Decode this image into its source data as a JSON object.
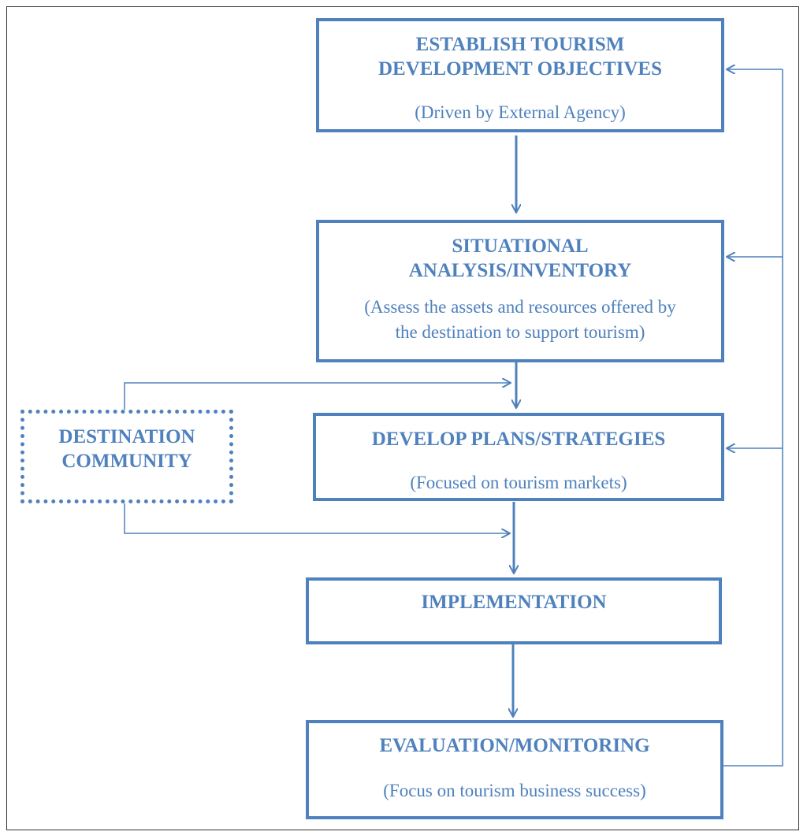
{
  "colors": {
    "accent": "#4f81bd",
    "frame": "#333333"
  },
  "diagram": {
    "boxes": [
      {
        "id": "objectives",
        "title": "ESTABLISH TOURISM\nDEVELOPMENT OBJECTIVES",
        "subtitle": "(Driven by External Agency)"
      },
      {
        "id": "analysis",
        "title": "SITUATIONAL\nANALYSIS/INVENTORY",
        "subtitle": "(Assess the assets and resources  offered by\nthe destination to support tourism)"
      },
      {
        "id": "plans",
        "title": "DEVELOP PLANS/STRATEGIES",
        "subtitle": "(Focused on tourism markets)"
      },
      {
        "id": "implementation",
        "title": "IMPLEMENTATION",
        "subtitle": ""
      },
      {
        "id": "evaluation",
        "title": "EVALUATION/MONITORING",
        "subtitle": "(Focus on tourism business  success)"
      }
    ],
    "community": {
      "title": "DESTINATION\nCOMMUNITY"
    }
  }
}
